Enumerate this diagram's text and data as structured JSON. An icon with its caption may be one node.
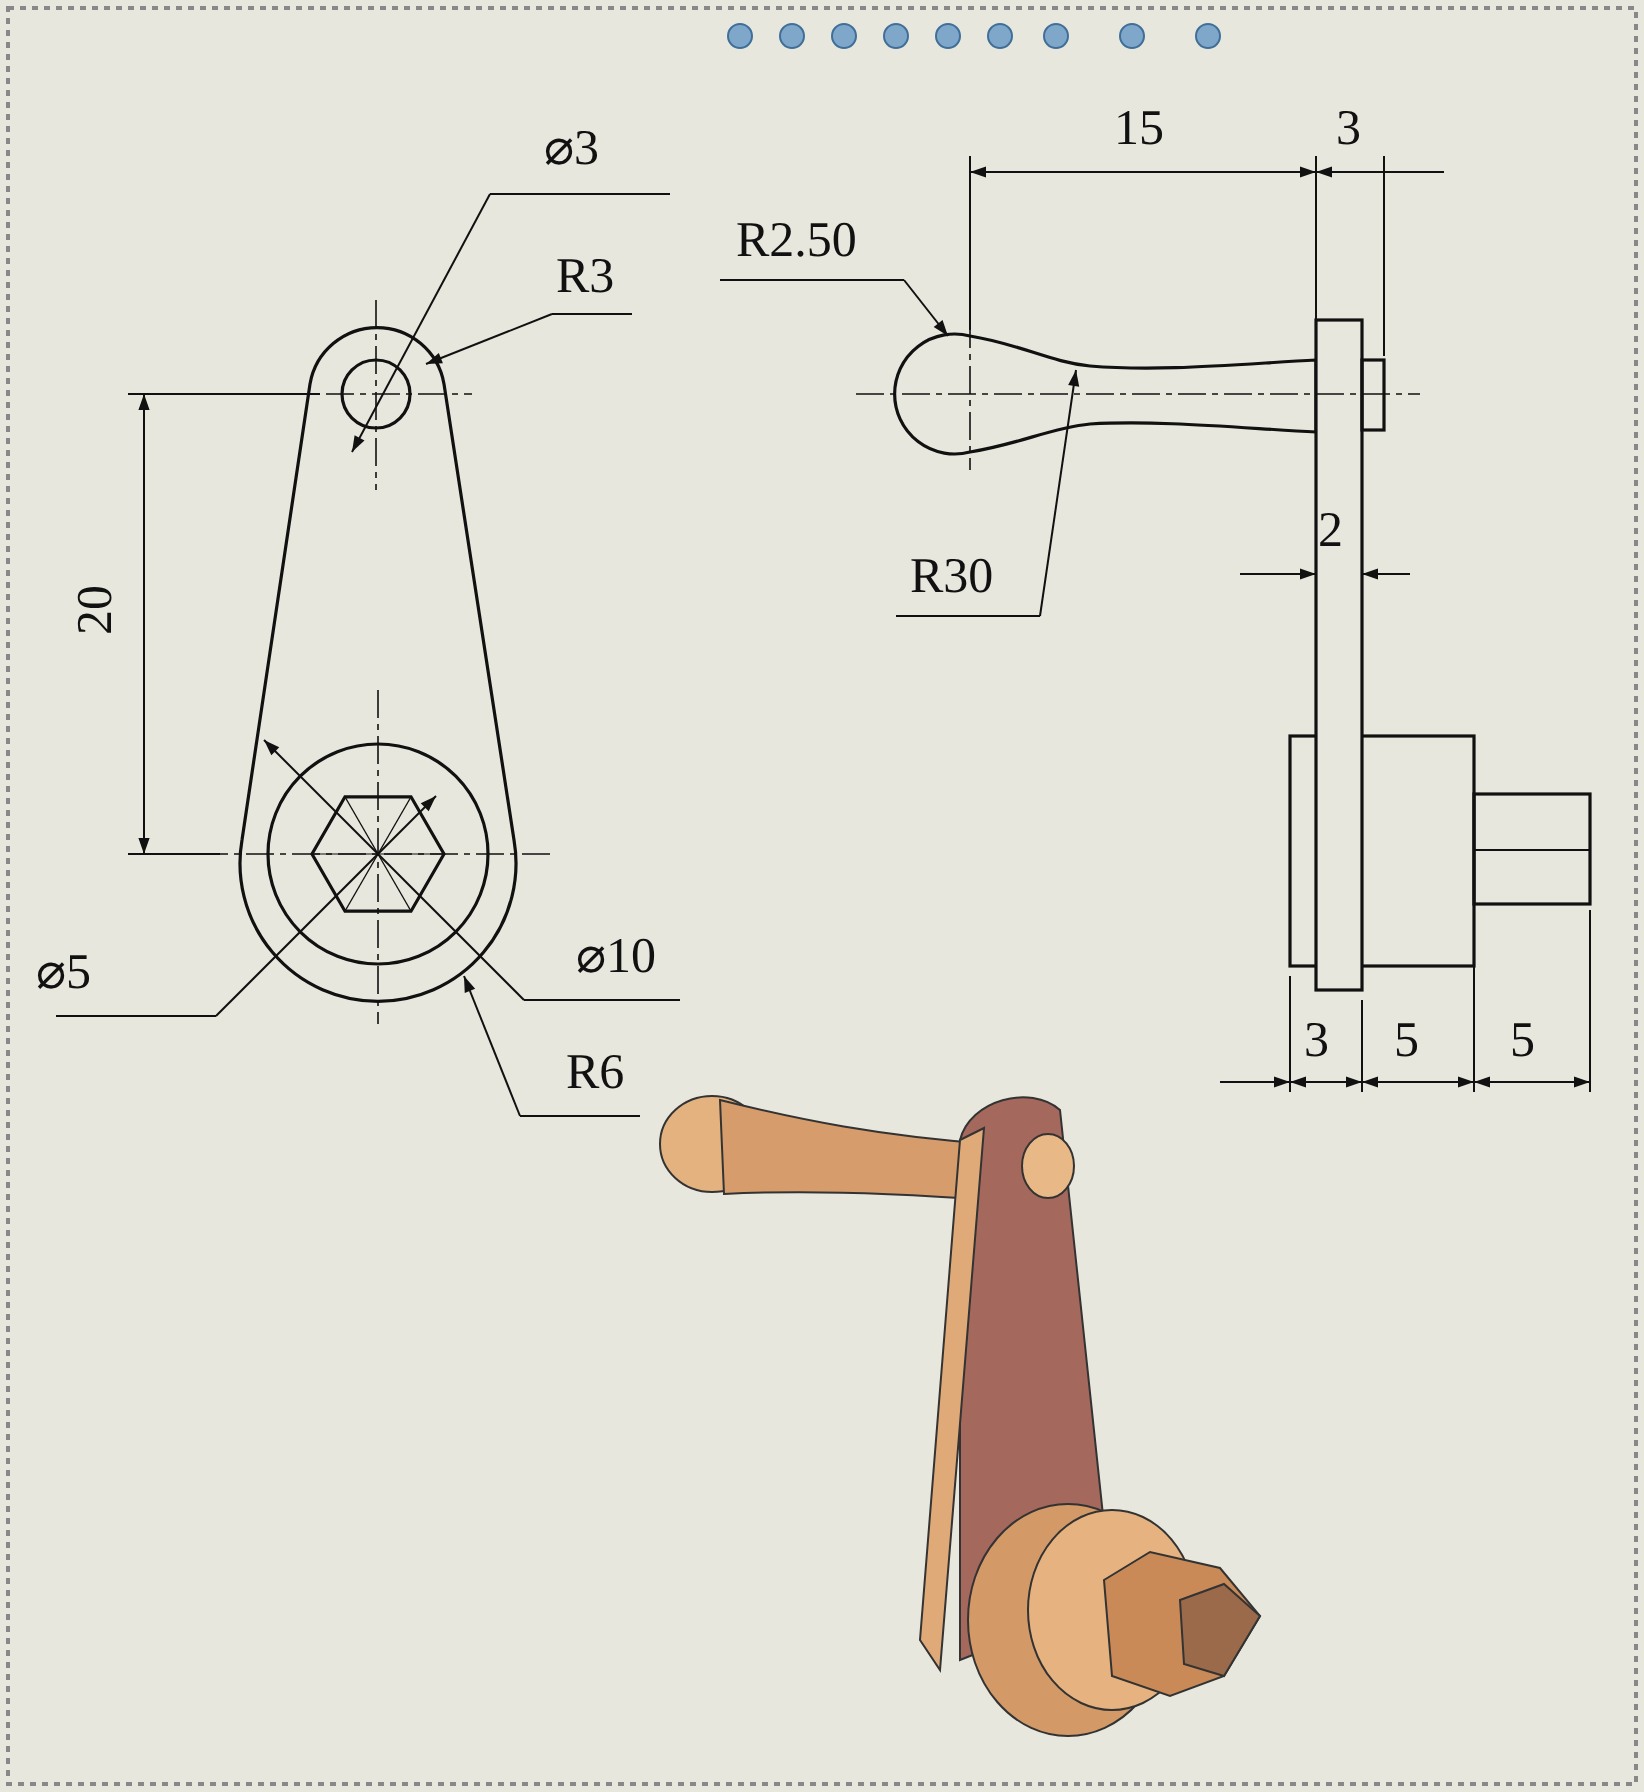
{
  "diagram": {
    "labels": [
      "15",
      "3",
      "⌀3",
      "R2.50",
      "R3",
      "20",
      "2",
      "R30",
      "⌀5",
      "⌀10",
      "3",
      "5",
      "5",
      "R6"
    ]
  }
}
